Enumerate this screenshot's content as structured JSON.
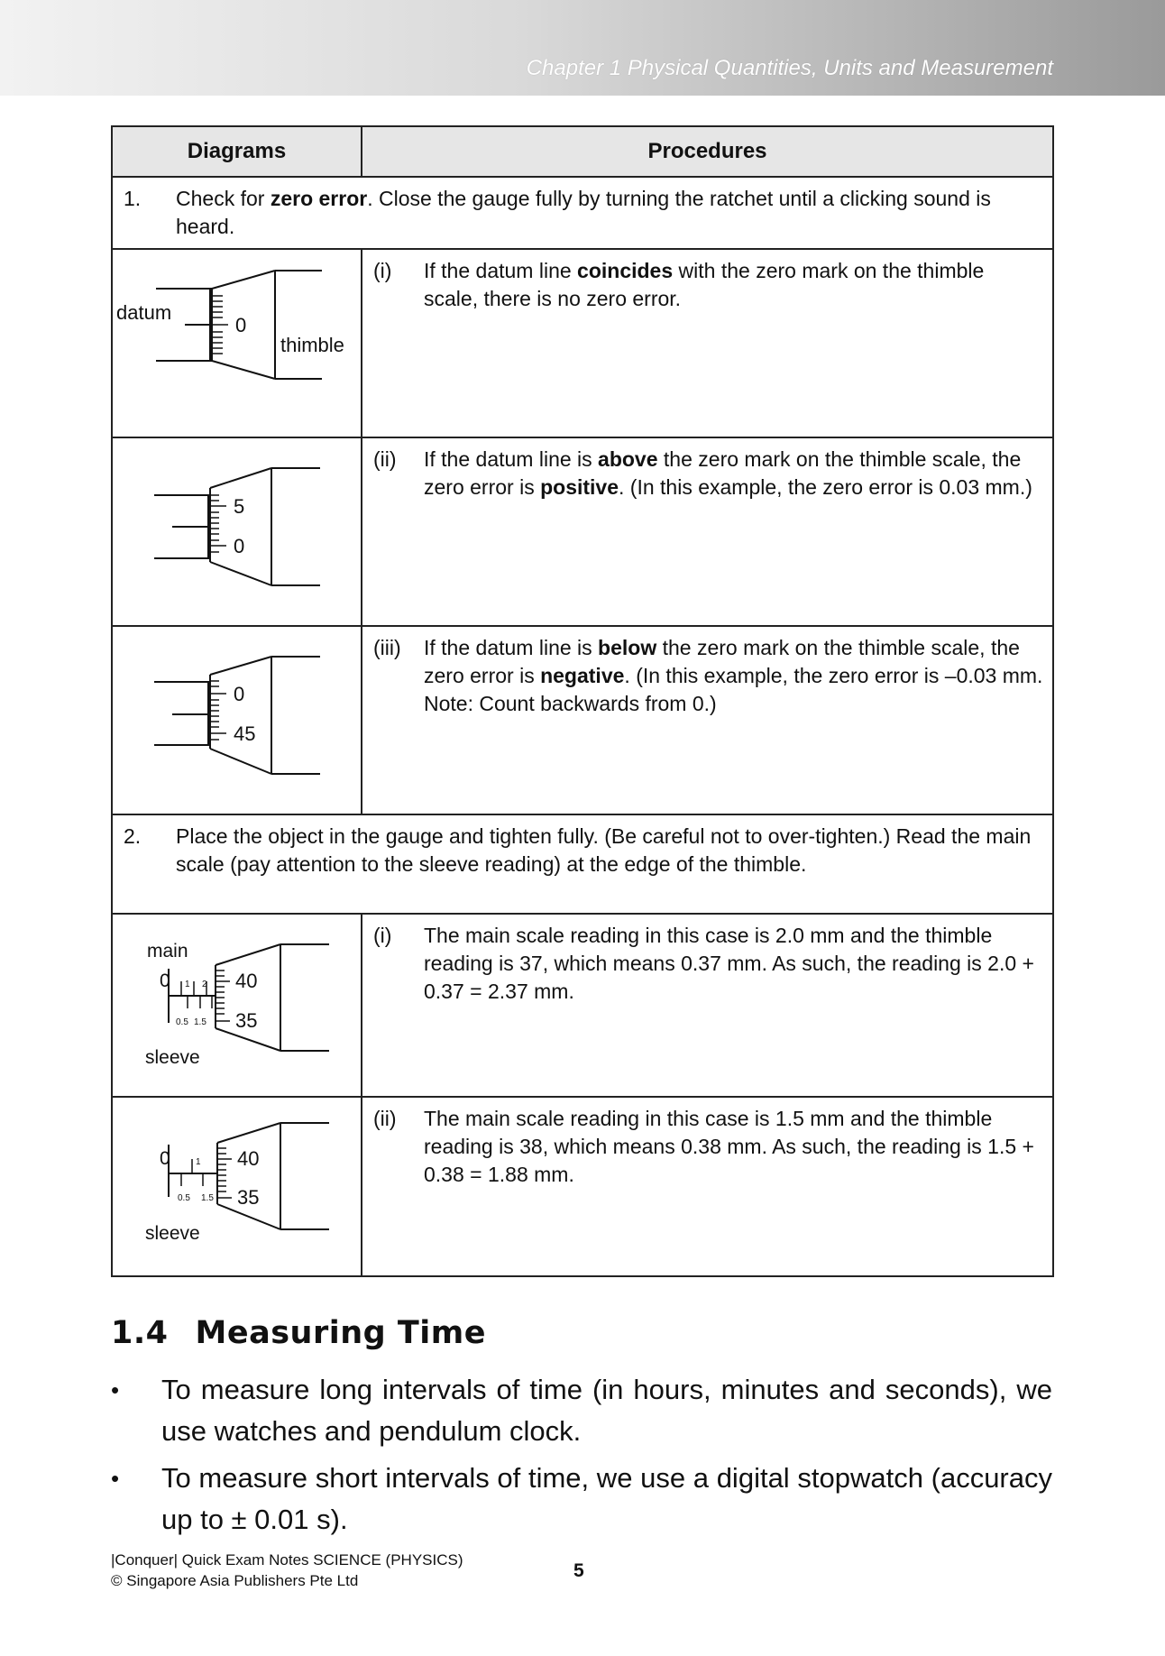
{
  "header": {
    "chapter": "Chapter 1  Physical Quantities, Units and Measurement"
  },
  "table": {
    "headers": {
      "diagrams": "Diagrams",
      "procedures": "Procedures"
    },
    "step1": {
      "num": "1.",
      "pre": "Check for ",
      "bold": "zero error",
      "post": ". Close the gauge fully by turning the ratchet until a clicking sound is heard."
    },
    "row1": {
      "roman": "(i)",
      "pre": "If the datum line ",
      "b1": "coincides",
      "post": " with the zero mark on the thimble scale, there is no zero error.",
      "labels": {
        "datum": "datum",
        "zero": "0",
        "thimble": "thimble"
      }
    },
    "row2": {
      "roman": "(ii)",
      "pre": "If the datum line is ",
      "b1": "above",
      "mid": " the zero mark on the thimble scale, the zero error is ",
      "b2": "positive",
      "post": ". (In this example, the zero error is 0.03 mm.)",
      "labels": {
        "top": "5",
        "bottom": "0"
      }
    },
    "row3": {
      "roman": "(iii)",
      "pre": "If the datum line is ",
      "b1": "below",
      "mid": " the zero mark on the thimble scale, the zero error is ",
      "b2": "negative",
      "post": ". (In this example, the zero error is –0.03 mm. Note: Count backwards from 0.)",
      "labels": {
        "top": "0",
        "bottom": "45"
      }
    },
    "step2": {
      "num": "2.",
      "text": "Place the object in the gauge and tighten fully. (Be careful not to over-tighten.) Read the main scale (pay attention to the sleeve reading) at the edge of the thimble."
    },
    "row4": {
      "roman": "(i)",
      "text": "The main scale reading in this case is 2.0 mm and the thimble reading is 37, which means 0.37 mm. As such, the reading is 2.0 + 0.37 = 2.37 mm.",
      "labels": {
        "main": "main",
        "zero": "0",
        "one": "1",
        "two": "2",
        "half": "0.5",
        "one_half": "1.5",
        "t40": "40",
        "t35": "35",
        "sleeve": "sleeve"
      }
    },
    "row5": {
      "roman": "(ii)",
      "text": "The main scale reading in this case is 1.5 mm and the thimble reading is 38, which means 0.38 mm. As such, the reading is 1.5 + 0.38 = 1.88 mm.",
      "labels": {
        "zero": "0",
        "one": "1",
        "half": "0.5",
        "one_half": "1.5",
        "t40": "40",
        "t35": "35",
        "sleeve": "sleeve"
      }
    }
  },
  "section": {
    "number": "1.4",
    "title": "Measuring Time",
    "bullet_symbol": "•",
    "bullets": [
      "To measure long intervals of time (in hours, minutes and seconds), we use watches and pendulum clock.",
      "To measure short intervals of time, we use a digital stopwatch (accuracy up to ± 0.01 s)."
    ]
  },
  "footer": {
    "line1": "|Conquer| Quick Exam Notes SCIENCE (PHYSICS)",
    "line2": "© Singapore Asia Publishers Pte Ltd",
    "page": "5"
  }
}
